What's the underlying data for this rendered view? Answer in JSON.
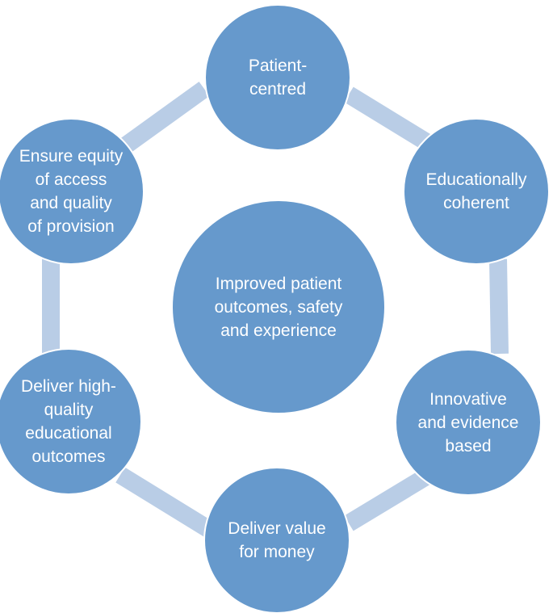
{
  "diagram": {
    "center": {
      "label": "Improved patient\noutcomes, safety\nand experience"
    },
    "nodes": [
      {
        "id": "patient-centred",
        "label": "Patient-\ncentred"
      },
      {
        "id": "educationally-coherent",
        "label": "Educationally\ncoherent"
      },
      {
        "id": "innovative-evidence-based",
        "label": "Innovative\nand evidence\nbased"
      },
      {
        "id": "deliver-value-for-money",
        "label": "Deliver value\nfor money"
      },
      {
        "id": "deliver-high-quality-educational-outcomes",
        "label": "Deliver high-\nquality\neducational\noutcomes"
      },
      {
        "id": "ensure-equity-of-access",
        "label": "Ensure equity\nof access\nand quality\nof provision"
      }
    ],
    "colors": {
      "node_fill": "#6699cc",
      "ring": "#b9cde6",
      "text": "#ffffff"
    }
  }
}
